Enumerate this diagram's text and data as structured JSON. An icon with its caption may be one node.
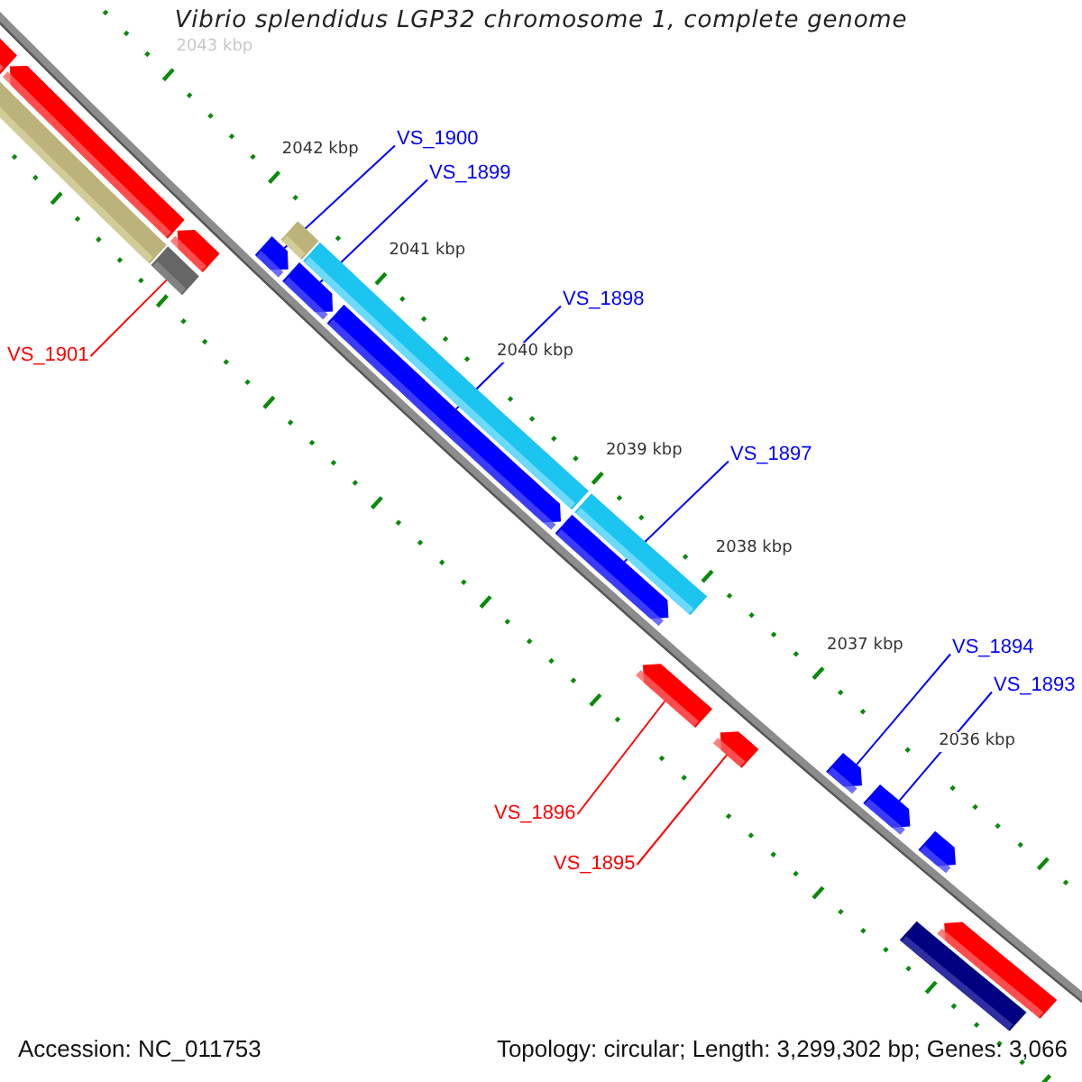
{
  "diagram": {
    "title": "Vibrio splendidus LGP32 chromosome 1, complete genome",
    "nodes": [
      {
        "text": [
          "VS_1900"
        ]
      },
      {
        "text": [
          "VS_1899"
        ]
      },
      {
        "text": [
          "VS_1901"
        ]
      },
      {
        "text": [
          "VS_1898"
        ]
      },
      {
        "text": [
          "VS_1897"
        ]
      },
      {
        "text": [
          "VS_1894"
        ]
      },
      {
        "text": [
          "VS_1893"
        ]
      },
      {
        "text": [
          "VS_1896"
        ]
      },
      {
        "text": [
          "VS_1895"
        ]
      },
      {
        "text": [],
        "shape": "bar"
      },
      {
        "text": [],
        "shape": "bar"
      },
      {
        "text": [],
        "shape": "bar"
      },
      {
        "text": [],
        "shape": "bar"
      },
      {
        "text": [],
        "shape": "bar"
      },
      {
        "text": [],
        "shape": "bar"
      },
      {
        "text": [],
        "shape": "bar"
      },
      {
        "text": [],
        "shape": "bar"
      },
      {
        "text": [],
        "shape": "bar"
      },
      {
        "text": [],
        "shape": "bar"
      },
      {
        "text": [],
        "shape": "bar"
      },
      {
        "text": [],
        "shape": "bar"
      },
      {
        "text": [],
        "shape": "bar"
      },
      {
        "text": [],
        "shape": "bar"
      },
      {
        "text": [],
        "shape": "bar"
      },
      {
        "text": [],
        "shape": "bar"
      },
      {
        "text": [],
        "shape": "bar"
      },
      {
        "text": [],
        "shape": "bar"
      },
      {
        "text": [],
        "shape": "bar"
      }
    ],
    "edges": [
      {
        "from": 0,
        "to": 14,
        "arrow": "none"
      },
      {
        "from": 1,
        "to": 16,
        "arrow": "none"
      },
      {
        "from": 2,
        "to": 13,
        "arrow": "none",
        "color": "#ff0000"
      },
      {
        "from": 3,
        "to": 18,
        "arrow": "none"
      },
      {
        "from": 4,
        "to": 20,
        "arrow": "none"
      },
      {
        "from": 5,
        "to": 23,
        "arrow": "none"
      },
      {
        "from": 6,
        "to": 24,
        "arrow": "none"
      },
      {
        "from": 7,
        "to": 21,
        "arrow": "none",
        "color": "#ff0000"
      },
      {
        "from": 8,
        "to": 22,
        "arrow": "none",
        "color": "#ff0000"
      }
    ],
    "labels": [
      "2043 kbp",
      "2042 kbp",
      "2041 kbp",
      "2040 kbp",
      "2039 kbp",
      "2038 kbp",
      "2037 kbp",
      "2036 kbp",
      "Accession: NC_011753",
      "Topology: circular; Length: 3,299,302 bp; Genes: 3,066"
    ]
  }
}
